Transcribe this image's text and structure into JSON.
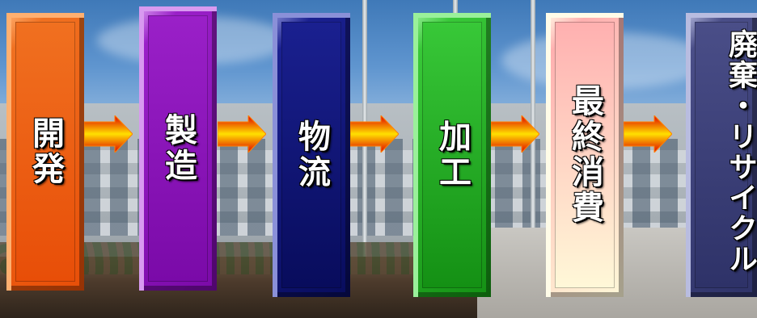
{
  "stages": [
    {
      "label": "開発",
      "color_top": "#f07020",
      "color_bottom": "#e84e08",
      "edge": "#ffb070"
    },
    {
      "label": "製造",
      "color_top": "#9a20c8",
      "color_bottom": "#7a0aa8",
      "edge": "#d89af0"
    },
    {
      "label": "物流",
      "color_top": "#1a2090",
      "color_bottom": "#080c5c",
      "edge": "#8a90d8"
    },
    {
      "label": "加工",
      "color_top": "#38c838",
      "color_bottom": "#149014",
      "edge": "#9af09a"
    },
    {
      "label": "最終消費",
      "color_top": "#ffb0b0",
      "color_bottom": "#fff8d8",
      "edge": "#fffce8"
    },
    {
      "label": "廃棄・リサイクル",
      "color_top": "#4a4e88",
      "color_bottom": "#2e3268",
      "edge": "#b8bce0"
    }
  ],
  "arrow": {
    "color_top": "#ffe000",
    "color_mid": "#ff8000",
    "color_bottom": "#e00000"
  }
}
